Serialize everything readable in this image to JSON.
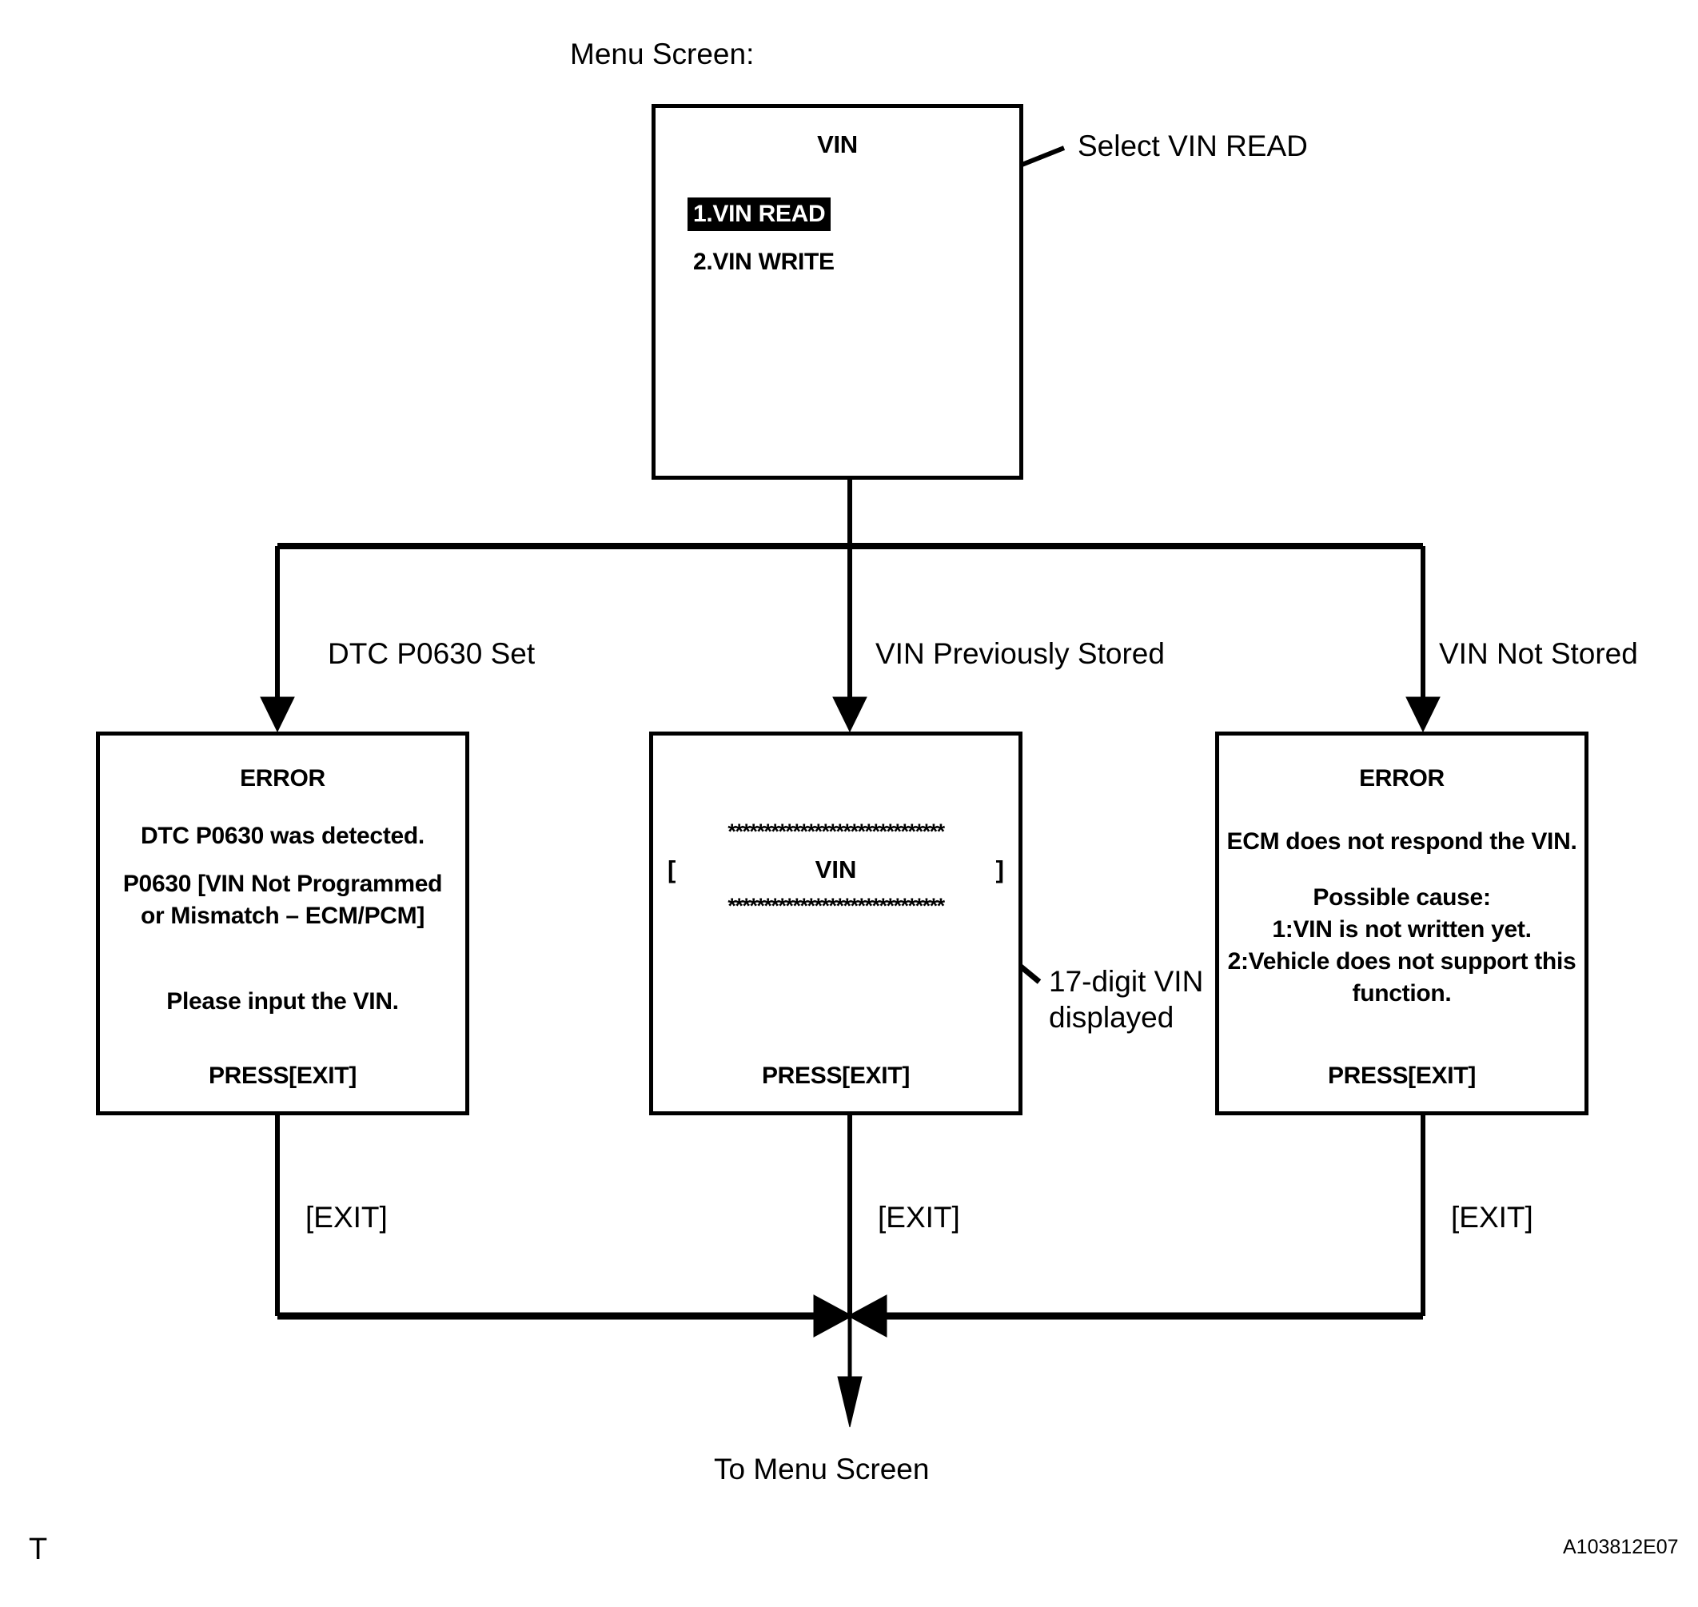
{
  "diagram": {
    "title_label": "Menu Screen:",
    "footer_label": "To Menu Screen",
    "corner_mark_left": "T",
    "reference_code": "A103812E07"
  },
  "menu_screen": {
    "title": "VIN",
    "items": [
      {
        "label": "1.VIN READ",
        "selected": true
      },
      {
        "label": "2.VIN WRITE",
        "selected": false
      }
    ],
    "callout": "Select VIN READ"
  },
  "branches": [
    {
      "label": "DTC P0630 Set"
    },
    {
      "label": "VIN Previously Stored"
    },
    {
      "label": "VIN Not Stored"
    }
  ],
  "screens": {
    "dtc_error": {
      "heading": "ERROR",
      "lines": [
        "DTC P0630 was detected.",
        "P0630  [VIN Not Programmed",
        "or Mismatch – ECM/PCM]",
        "Please input the VIN."
      ],
      "footer": "PRESS[EXIT]"
    },
    "vin_display": {
      "stars_top": "******************************",
      "bracket_open": "[",
      "vin_label": "VIN",
      "bracket_close": "]",
      "stars_bottom": "******************************",
      "footer": "PRESS[EXIT]",
      "callout_line1": "17-digit VIN",
      "callout_line2": "displayed"
    },
    "no_vin_error": {
      "heading": "ERROR",
      "lines": [
        "ECM does not respond the VIN.",
        "Possible cause:",
        "1:VIN is not written yet.",
        "2:Vehicle does not support this",
        "function."
      ],
      "footer": "PRESS[EXIT]"
    }
  },
  "exit_labels": [
    {
      "label": "[EXIT]"
    },
    {
      "label": "[EXIT]"
    },
    {
      "label": "[EXIT]"
    }
  ]
}
